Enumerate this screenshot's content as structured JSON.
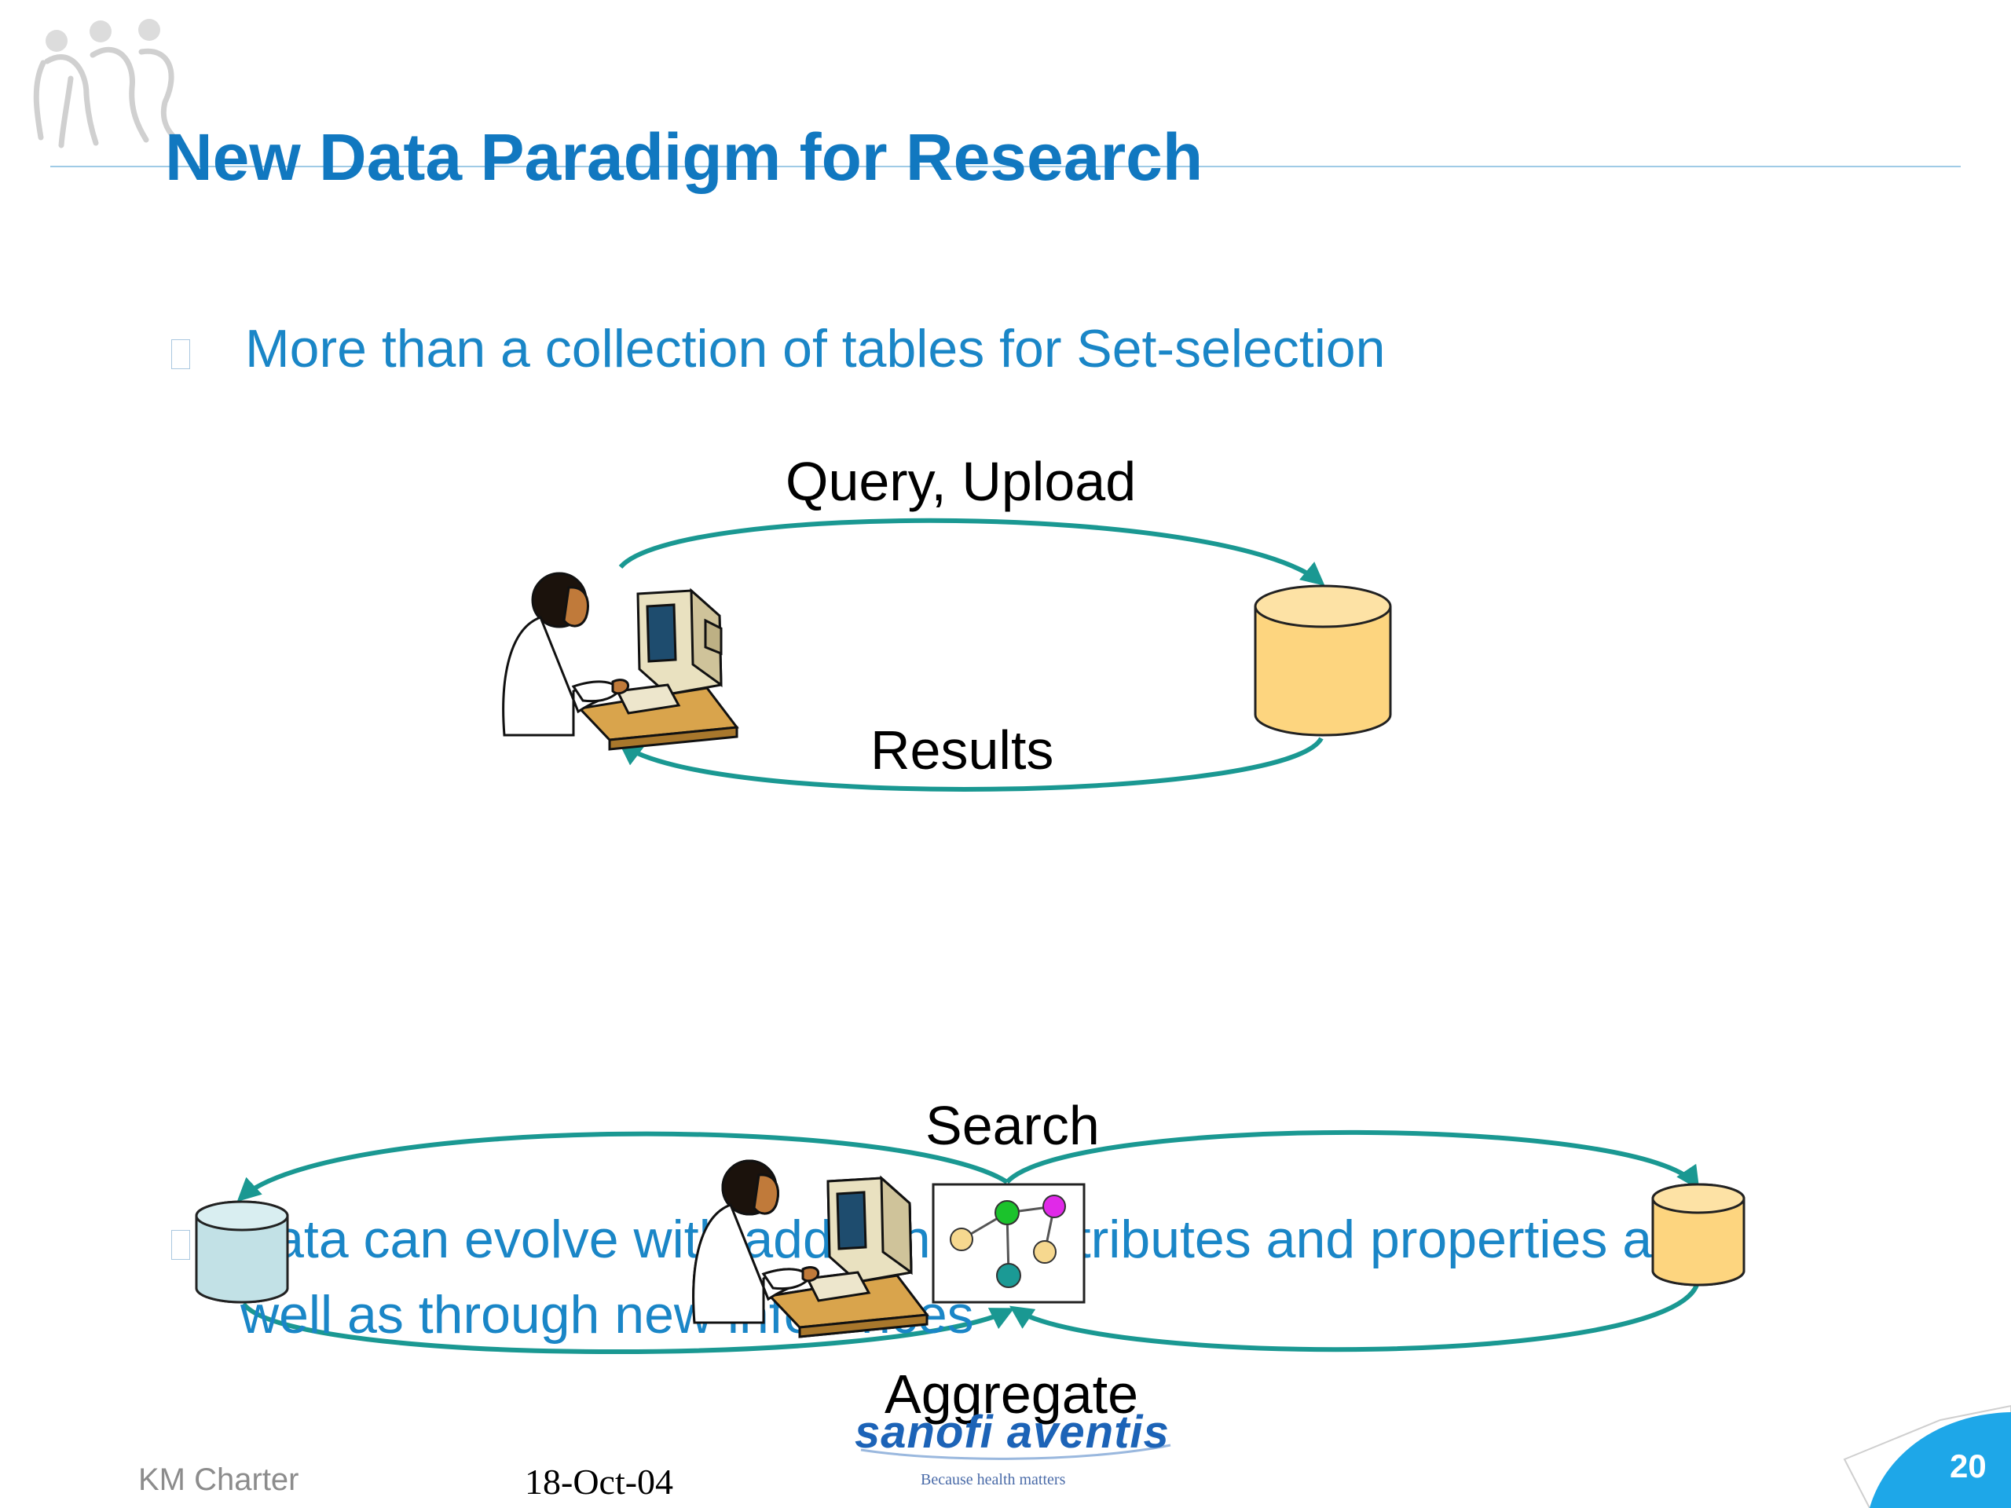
{
  "slide": {
    "title": "New Data Paradigm for Research",
    "bullets": [
      {
        "text": "More than a collection of tables for Set-selection"
      },
      {
        "line1": "Data can evolve with additions of attributes and properties as",
        "line2": "well as through new inferences"
      }
    ]
  },
  "diagram_top": {
    "label_query": "Query, Upload",
    "label_results": "Results",
    "colors": {
      "arrow": "#1a9892",
      "db": "#fdd57f"
    }
  },
  "diagram_bottom": {
    "label_search": "Search",
    "label_aggregate": "Aggregate",
    "colors": {
      "arrow": "#1a9892",
      "db_left": "#c2e1e6",
      "db_right": "#fdd57f",
      "node_green": "#1bc22c",
      "node_magenta": "#e029e8",
      "node_teal": "#1b9a95",
      "node_yellow": "#f6d88f"
    }
  },
  "footer": {
    "left_text": "KM Charter",
    "date": "18-Oct-04",
    "logo": "sanofi aventis",
    "logo_tagline": "Because health matters",
    "page_number": "20"
  }
}
